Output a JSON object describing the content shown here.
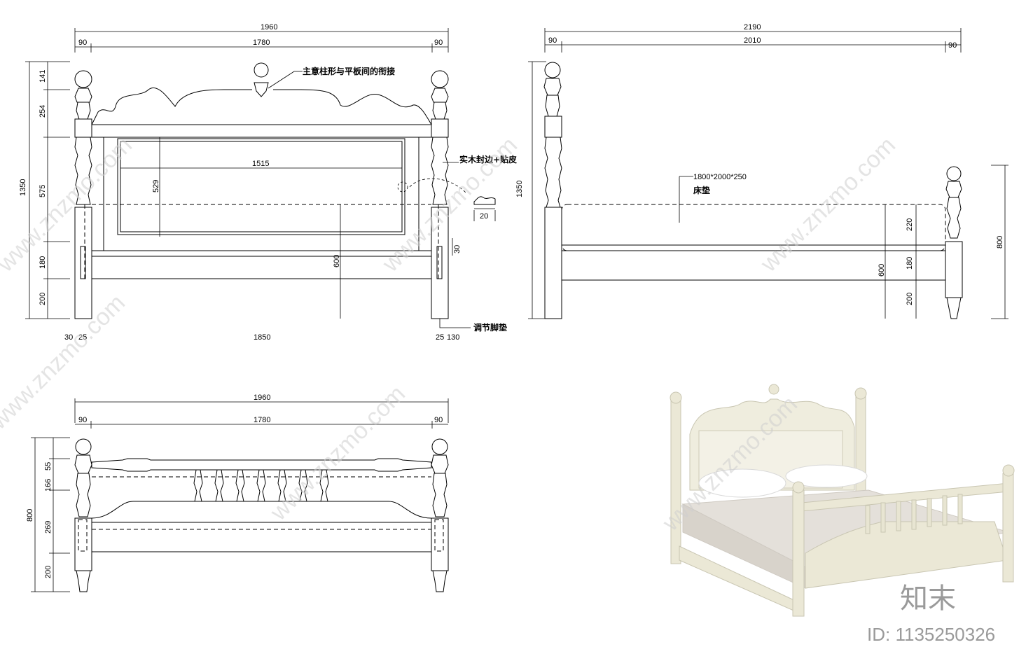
{
  "front": {
    "overall_width": "1960",
    "inner_width": "1780",
    "post_left": "90",
    "post_right": "90",
    "panel_width": "1515",
    "panel_height": "529",
    "height_total": "1350",
    "h_top": "141",
    "h_crest": "254",
    "h_panel": "575",
    "h_rail": "180",
    "h_foot": "200",
    "rail_height": "600",
    "gap": "30",
    "bottom_inner": "1850",
    "bottom_left_a": "30",
    "bottom_left_b": "25",
    "bottom_right_a": "25",
    "bottom_right_b": "130",
    "edge_detail": "20",
    "note_joint": "主意柱形与平板间的衔接",
    "note_edge": "实木封边+贴皮",
    "note_foot": "调节脚垫"
  },
  "side": {
    "overall_length": "2190",
    "inner_length": "2010",
    "post_left": "90",
    "post_right": "90",
    "height_total": "1350",
    "mattress_size": "1800*2000*250",
    "mattress_label": "床垫",
    "h_mattress": "220",
    "h_rail": "180",
    "h_foot": "200",
    "rail_height": "600",
    "footboard_height": "800"
  },
  "foot": {
    "overall_width": "1960",
    "inner_width": "1780",
    "post_left": "90",
    "post_right": "90",
    "height_total": "800",
    "h_top": "55",
    "h_spindle": "166",
    "h_panel": "269",
    "h_foot": "200"
  },
  "watermark": {
    "text": "www.znzmo.com",
    "brand": "知末",
    "id_label": "ID: 1135250326"
  }
}
